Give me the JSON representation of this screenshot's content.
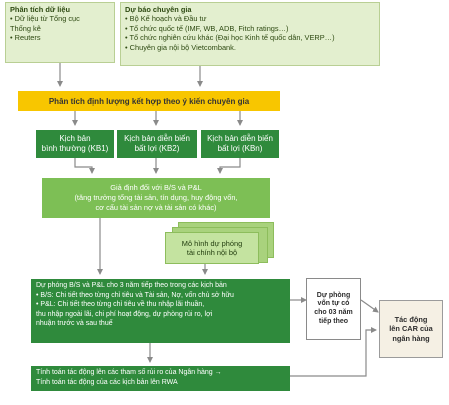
{
  "data_analysis": {
    "title": "Phân tích dữ liệu",
    "lines": [
      "• Dữ liệu từ Tổng cục",
      "Thống kê",
      "• Reuters"
    ]
  },
  "expert_forecast": {
    "title": "Dự báo chuyên gia",
    "lines": [
      "• Bộ Kế hoạch và Đầu tư",
      "• Tổ chức quốc tế (IMF, WB, ADB, Fitch ratings…)",
      "• Tổ chức nghiên cứu khác (Đại học Kinh tế quốc dân, VERP…)",
      "• Chuyên gia nội bộ Vietcombank."
    ]
  },
  "quantitative_analysis": "Phân tích định lượng kết hợp theo ý kiến chuyên gia",
  "scenarios": [
    {
      "line1": "Kịch bản",
      "line2": "bình thường (KB1)"
    },
    {
      "line1": "Kịch bản diễn biến",
      "line2": "bất lợi (KB2)"
    },
    {
      "line1": "Kịch bản diễn biến",
      "line2": "bất lợi (KBn)"
    }
  ],
  "assumptions": {
    "lines": [
      "Giả định đối với B/S và P&L",
      "(tăng trưởng tổng tài sản, tín dụng, huy động vốn,",
      "cơ cấu tài sản nợ và tài sản có khác)"
    ]
  },
  "internal_model": {
    "lines": [
      "Mô hình dự phóng",
      "tài chính nội bộ"
    ]
  },
  "projection": {
    "lines": [
      "Dự phóng B/S và P&L cho 3 năm tiếp theo trong các kịch bản",
      "• B/S: Chi tiết theo từng chỉ tiêu và Tài sản, Nợ, vốn chủ sở hữu",
      "• P&L: Chi tiết theo từng chỉ tiêu về thu nhập lãi thuần,",
      "thu nhập ngoài lãi, chi phí hoạt động, dự phòng rủi ro, lợi",
      "nhuận trước và sau thuế"
    ]
  },
  "capital_projection": {
    "lines": [
      "Dự phòng",
      "vốn tự có",
      "cho 03 năm",
      "tiếp theo"
    ]
  },
  "car_impact": {
    "lines": [
      "Tác động",
      "lên CAR của",
      "ngân hàng"
    ]
  },
  "impact_calc": {
    "lines": [
      "Tính toán tác động lên các tham số rủi ro của Ngân hàng →",
      "Tính toán tác động của các kịch bản lên RWA"
    ]
  },
  "colors": {
    "dark_green": "#2f8a3c",
    "mid_green": "#7dbf55",
    "light_green": "#e3efcf",
    "yellow": "#f8c600",
    "arrow_grey": "#8a8a8a"
  }
}
